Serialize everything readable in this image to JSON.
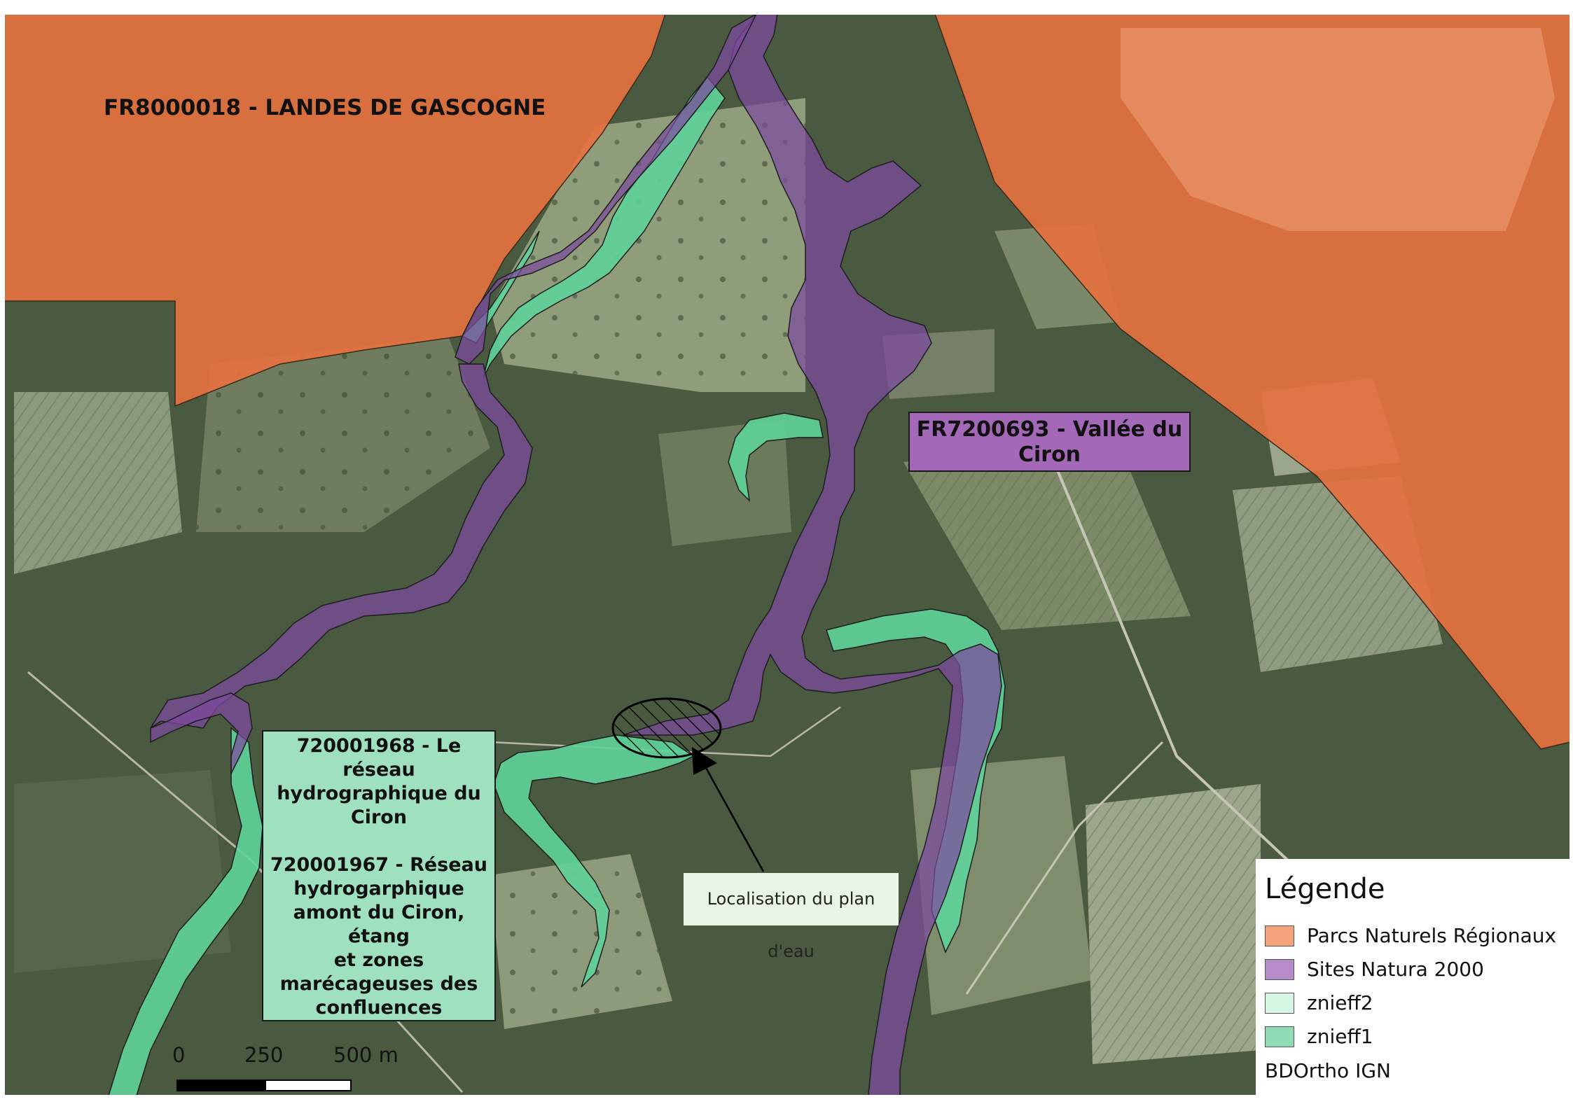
{
  "map": {
    "labels": {
      "park": "FR8000018 - LANDES DE GASCOGNE",
      "natura_line1": "FR7200693 - Vallée du",
      "natura_line2": "Ciron",
      "znieff_a": [
        "720001968 - Le",
        "réseau",
        "hydrographique du",
        "Ciron"
      ],
      "znieff_b": [
        "720001967 - Réseau",
        "hydrogarphique",
        "amont du Ciron, étang",
        "et zones",
        "marécageuses des",
        "confluences"
      ],
      "pond": "Localisation du plan d'eau"
    },
    "legend": {
      "title": "Légende",
      "items": [
        {
          "label": "Parcs Naturels Régionaux",
          "color": "#f4a37c"
        },
        {
          "label": "Sites Natura 2000",
          "color": "#b58bc9"
        },
        {
          "label": "znieff2",
          "color": "#d6f7e4"
        },
        {
          "label": "znieff1",
          "color": "#8fdbb6"
        }
      ],
      "source": "BDOrtho IGN"
    },
    "scale": {
      "labels": [
        "0",
        "250",
        "500 m"
      ]
    },
    "colors": {
      "park": "#e8713f",
      "natura": "#7d4aa0",
      "znieff1": "#5fd39a",
      "forest": "#3a4a32",
      "clearing": "#8c9b78"
    }
  }
}
